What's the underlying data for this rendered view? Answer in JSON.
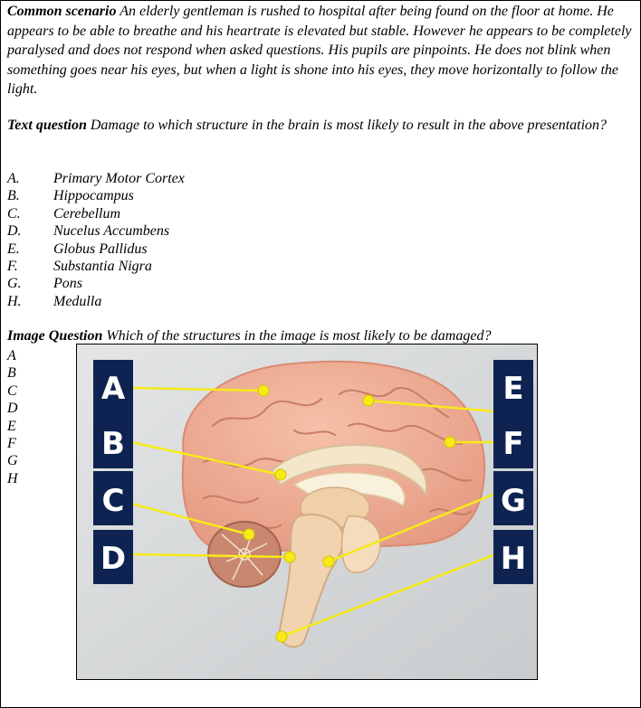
{
  "scenario": {
    "lead": "Common scenario",
    "text": "An elderly gentleman is rushed to hospital after being found on the floor at home. He appears to be able to breathe and his heartrate is elevated but stable. However he appears to be completely paralysed and does not respond when asked questions. His pupils are pinpoints. He does not blink when something goes near his eyes, but when a light is shone into his eyes, they move horizontally to follow the light."
  },
  "text_question": {
    "lead": "Text question",
    "text": "Damage to which structure in the brain is most likely to result in the above presentation?",
    "options": [
      {
        "letter": "A.",
        "label": "Primary Motor Cortex"
      },
      {
        "letter": "B.",
        "label": "Hippocampus"
      },
      {
        "letter": "C.",
        "label": "Cerebellum"
      },
      {
        "letter": "D.",
        "label": "Nucelus Accumbens"
      },
      {
        "letter": "E.",
        "label": "Globus Pallidus"
      },
      {
        "letter": "F.",
        "label": "Substantia Nigra"
      },
      {
        "letter": "G.",
        "label": "Pons"
      },
      {
        "letter": "H.",
        "label": "Medulla"
      }
    ]
  },
  "image_question": {
    "lead": "Image Question",
    "text": "Which of the structures in the image is most likely to be damaged?",
    "answer_letters": [
      "A",
      "B",
      "C",
      "D",
      "E",
      "F",
      "G",
      "H"
    ]
  },
  "figure": {
    "label_colors": {
      "box": "#0e2352",
      "text": "#ffffff",
      "line": "#f7ea17"
    },
    "labels": [
      "A",
      "B",
      "C",
      "D",
      "E",
      "F",
      "G",
      "H"
    ]
  }
}
